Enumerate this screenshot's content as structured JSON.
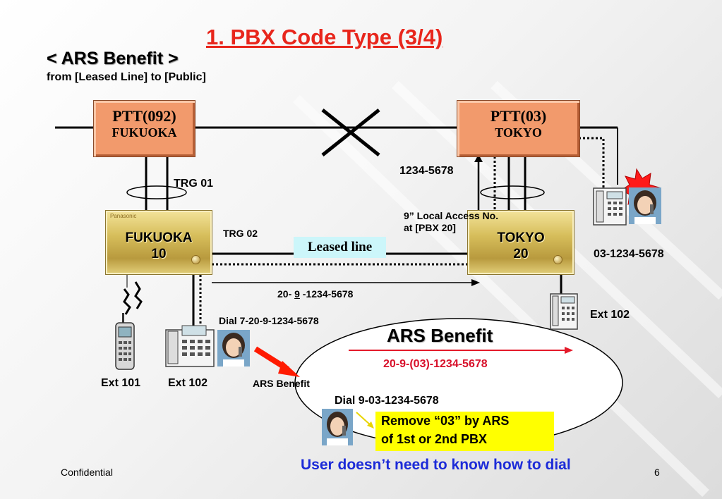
{
  "slide": {
    "title": "1. PBX Code Type (3/4)",
    "subtitle": "< ARS Benefit >",
    "subtitle2": "from [Leased Line] to [Public]",
    "footer_left": "Confidential",
    "page_number": "6"
  },
  "ptt_fukuoka": {
    "line1": "PTT(092)",
    "line2": "FUKUOKA"
  },
  "ptt_tokyo": {
    "line1": "PTT(03)",
    "line2": "TOKYO"
  },
  "pbx_fukuoka": {
    "line1": "FUKUOKA",
    "line2": "10",
    "brand": "Panasonic"
  },
  "pbx_tokyo": {
    "line1": "TOKYO",
    "line2": "20"
  },
  "labels": {
    "trg01": "TRG 01",
    "trg02": "TRG 02",
    "leased_line": "Leased line",
    "tokyo_number": "1234-5678",
    "local_access_1": "9” Local Access No.",
    "local_access_2": "at [PBX 20]",
    "dest_number": "03-1234-5678",
    "route_prefix": "20- ",
    "route_mid": "9",
    "route_suffix": " -1234-5678",
    "ext102_tokyo": "Ext 102",
    "dial_fukuoka": "Dial 7-20-9-1234-5678",
    "ext101": "Ext 101",
    "ext102_fukuoka": "Ext 102",
    "ars_benefit_small": "ARS Benefit"
  },
  "ars_box": {
    "title": "ARS Benefit",
    "route": "20-9-(03)-1234-5678",
    "dial": "Dial 9-03-1234-5678",
    "remove_1": "Remove “03” by ARS",
    "remove_2": "of 1st or 2nd PBX",
    "note": "User doesn’t need to know how to dial"
  },
  "colors": {
    "title_red": "#e8261c",
    "route_red": "#d8102a",
    "note_blue": "#1c2bd8",
    "highlight": "#ffff00"
  }
}
